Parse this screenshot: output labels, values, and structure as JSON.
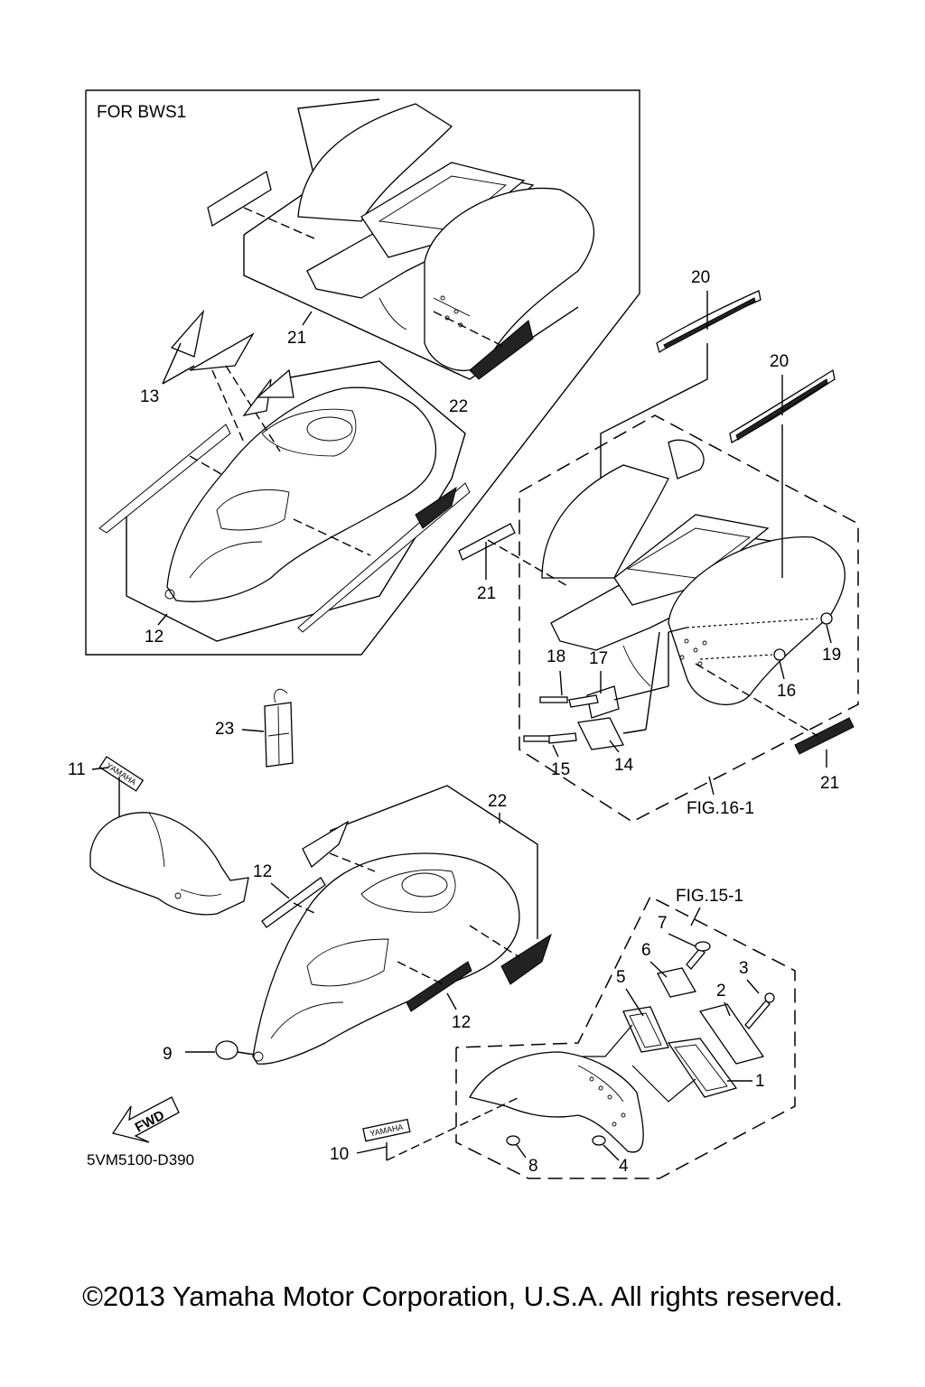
{
  "box_label": "FOR BWS1",
  "fig_16": "FIG.16-1",
  "fig_15": "FIG.15-1",
  "part_code": "5VM5100-D390",
  "fwd_label": "FWD",
  "brand_label": "YAMAHA",
  "callouts": {
    "n1": "1",
    "n2": "2",
    "n3": "3",
    "n4": "4",
    "n5": "5",
    "n6": "6",
    "n7": "7",
    "n8": "8",
    "n9": "9",
    "n10": "10",
    "n11": "11",
    "n12a": "12",
    "n12b": "12",
    "n12c": "12",
    "n13": "13",
    "n14": "14",
    "n15": "15",
    "n16": "16",
    "n17": "17",
    "n18": "18",
    "n19": "19",
    "n20a": "20",
    "n20b": "20",
    "n21a": "21",
    "n21b": "21",
    "n21c": "21",
    "n22a": "22",
    "n22b": "22",
    "n23": "23"
  },
  "copyright": "©2013 Yamaha Motor Corporation, U.S.A. All rights reserved."
}
